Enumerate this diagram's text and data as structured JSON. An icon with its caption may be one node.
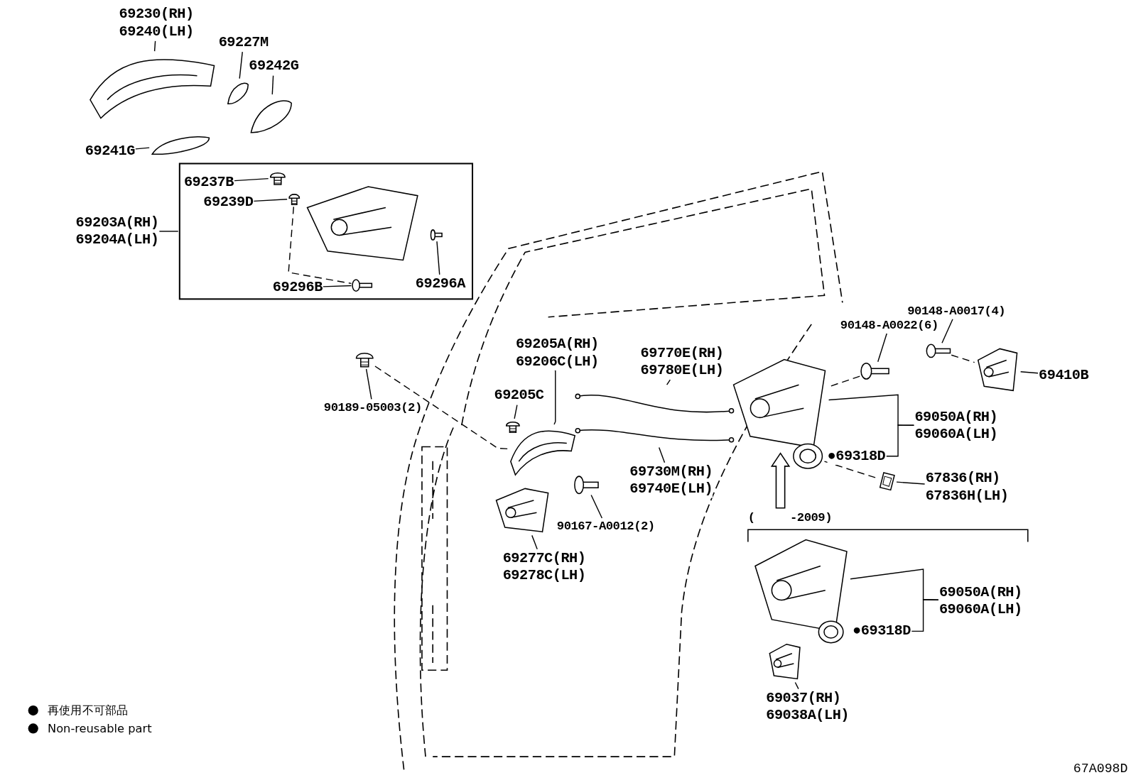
{
  "diagram": {
    "nodes": [
      {
        "text": [
          "69230(RH)",
          "69240(LH)"
        ]
      },
      {
        "text": [],
        "shape": "picture"
      },
      {
        "text": [
          "69227M"
        ]
      },
      {
        "text": [],
        "shape": "picture"
      },
      {
        "text": [
          "69242G"
        ]
      },
      {
        "text": [],
        "shape": "picture"
      },
      {
        "text": [
          "69241G"
        ]
      },
      {
        "text": [],
        "shape": "picture"
      },
      {
        "text": [],
        "shape": "box"
      },
      {
        "text": [
          "69237B"
        ],
        "in": 8
      },
      {
        "text": [],
        "shape": "picture",
        "in": 8
      },
      {
        "text": [
          "69239D"
        ],
        "in": 8
      },
      {
        "text": [],
        "shape": "picture",
        "in": 8
      },
      {
        "text": [],
        "shape": "picture",
        "in": 8
      },
      {
        "text": [
          "69296A"
        ],
        "in": 8
      },
      {
        "text": [],
        "shape": "picture",
        "in": 8
      },
      {
        "text": [
          "69296B"
        ],
        "in": 8
      },
      {
        "text": [],
        "shape": "picture",
        "in": 8
      },
      {
        "text": [
          "69203A(RH)",
          "69204A(LH)"
        ]
      },
      {
        "text": [
          "90189-05003(2)"
        ]
      },
      {
        "text": [],
        "shape": "picture"
      },
      {
        "text": [
          "69205A(RH)",
          "69206C(LH)"
        ]
      },
      {
        "text": [
          "69205C"
        ]
      },
      {
        "text": [],
        "shape": "picture"
      },
      {
        "text": [],
        "shape": "picture"
      },
      {
        "text": [],
        "shape": "picture"
      },
      {
        "text": [
          "90167-A0012(2)"
        ]
      },
      {
        "text": [],
        "shape": "picture"
      },
      {
        "text": [
          "69277C(RH)",
          "69278C(LH)"
        ]
      },
      {
        "text": [
          "69770E(RH)",
          "69780E(LH)"
        ]
      },
      {
        "text": [],
        "shape": "picture"
      },
      {
        "text": [],
        "shape": "picture"
      },
      {
        "text": [
          "69730M(RH)",
          "69740E(LH)"
        ]
      },
      {
        "text": [
          "90148-A0022(6)"
        ]
      },
      {
        "text": [],
        "shape": "picture"
      },
      {
        "text": [
          "90148-A0017(4)"
        ]
      },
      {
        "text": [],
        "shape": "picture"
      },
      {
        "text": [],
        "shape": "picture"
      },
      {
        "text": [
          "69410B"
        ]
      },
      {
        "text": [],
        "shape": "picture"
      },
      {
        "text": [
          "69050A(RH)",
          "69060A(LH)"
        ]
      },
      {
        "text": [],
        "shape": "picture"
      },
      {
        "text": [
          "●69318D"
        ]
      },
      {
        "text": [],
        "shape": "picture"
      },
      {
        "text": [
          "67836(RH)",
          "67836H(LH)"
        ]
      },
      {
        "text": [],
        "shape": "picture"
      },
      {
        "text": [],
        "shape": "picture"
      },
      {
        "text": [
          "●69318D"
        ]
      },
      {
        "text": [
          "69050A(RH)",
          "69060A(LH)"
        ]
      },
      {
        "text": [],
        "shape": "picture"
      },
      {
        "text": [
          "69037(RH)",
          "69038A(LH)"
        ]
      },
      {
        "text": [
          "(     -2009)"
        ]
      }
    ],
    "edges": [
      {
        "from": 0,
        "to": 1,
        "arrow": "none"
      },
      {
        "from": 2,
        "to": 3,
        "arrow": "none"
      },
      {
        "from": 4,
        "to": 5,
        "arrow": "none"
      },
      {
        "from": 6,
        "to": 7,
        "arrow": "none"
      },
      {
        "from": 9,
        "to": 10,
        "arrow": "none"
      },
      {
        "from": 11,
        "to": 12,
        "arrow": "none"
      },
      {
        "from": 14,
        "to": 15,
        "arrow": "none"
      },
      {
        "from": 16,
        "to": 17,
        "arrow": "none"
      },
      {
        "from": 18,
        "to": 8,
        "arrow": "none"
      },
      {
        "from": 19,
        "to": 20,
        "arrow": "none"
      },
      {
        "from": 21,
        "to": 24,
        "arrow": "none"
      },
      {
        "from": 22,
        "to": 23,
        "arrow": "none"
      },
      {
        "from": 26,
        "to": 25,
        "arrow": "none"
      },
      {
        "from": 28,
        "to": 27,
        "arrow": "none"
      },
      {
        "from": 29,
        "to": 30,
        "arrow": "none"
      },
      {
        "from": 32,
        "to": 31,
        "arrow": "none"
      },
      {
        "from": 33,
        "to": 34,
        "arrow": "none"
      },
      {
        "from": 35,
        "to": 36,
        "arrow": "none"
      },
      {
        "from": 38,
        "to": 37,
        "arrow": "none"
      },
      {
        "from": 40,
        "to": 39,
        "arrow": "none"
      },
      {
        "from": 40,
        "to": 42,
        "arrow": "none"
      },
      {
        "from": 44,
        "to": 43,
        "arrow": "none"
      },
      {
        "from": 48,
        "to": 45,
        "arrow": "none"
      },
      {
        "from": 48,
        "to": 47,
        "arrow": "none"
      },
      {
        "from": 50,
        "to": 49,
        "arrow": "none"
      },
      {
        "from": 20,
        "to": 24,
        "arrow": "none",
        "style": "dashed"
      },
      {
        "from": 12,
        "to": 17,
        "arrow": "none",
        "style": "dashed"
      },
      {
        "from": 34,
        "to": 39,
        "arrow": "none",
        "style": "dashed"
      },
      {
        "from": 36,
        "to": 37,
        "arrow": "none",
        "style": "dashed"
      },
      {
        "from": 41,
        "to": 43,
        "arrow": "none",
        "style": "dashed"
      },
      {
        "from": 51,
        "to": 39,
        "arrow": "to",
        "style": "thick"
      }
    ],
    "labels": [
      "67A098D"
    ],
    "legend": [
      {
        "text": "再使用不可部品"
      },
      {
        "text": "Non-reusable part"
      }
    ]
  }
}
